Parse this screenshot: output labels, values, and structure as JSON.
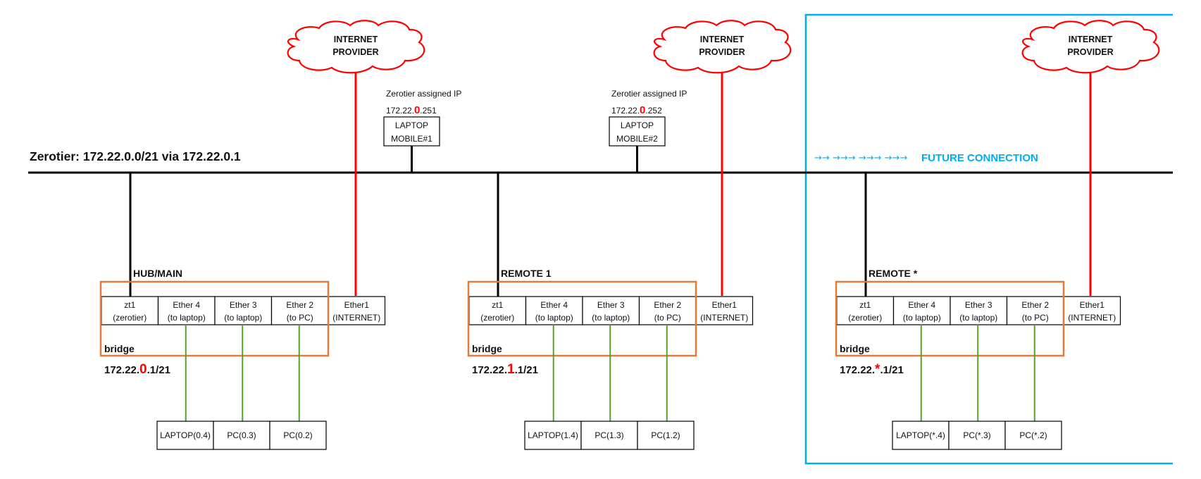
{
  "backbone": {
    "label": "Zerotier: 172.22.0.0/21 via 172.22.0.1",
    "color": "#000000"
  },
  "internet": {
    "cloud_label_line1": "INTERNET",
    "cloud_label_line2": "PROVIDER",
    "line_color": "#ff0000"
  },
  "mobiles": [
    {
      "caption": "Zerotier assigned IP",
      "ip_prefix": "172.22.",
      "ip_highlight": "0",
      "ip_suffix": ".251",
      "line1": "LAPTOP",
      "line2": "MOBILE#1"
    },
    {
      "caption": "Zerotier assigned IP",
      "ip_prefix": "172.22.",
      "ip_highlight": "0",
      "ip_suffix": ".252",
      "line1": "LAPTOP",
      "line2": "MOBILE#2"
    }
  ],
  "future": {
    "arrows": "→→ →→→ →→→ →→→",
    "label": "FUTURE CONNECTION",
    "color": "#00aeef"
  },
  "sites": [
    {
      "title": "HUB/MAIN",
      "bridge_label": "bridge",
      "subnet_prefix": "172.22.",
      "subnet_highlight": "0",
      "subnet_suffix": ".1/21",
      "ports": [
        {
          "name": "zt1",
          "desc": "(zerotier)"
        },
        {
          "name": "Ether 4",
          "desc": "(to laptop)"
        },
        {
          "name": "Ether 3",
          "desc": "(to laptop)"
        },
        {
          "name": "Ether 2",
          "desc": "(to PC)"
        },
        {
          "name": "Ether1",
          "desc": "(INTERNET)"
        }
      ],
      "devices": [
        "LAPTOP(0.4)",
        "PC(0.3)",
        "PC(0.2)"
      ]
    },
    {
      "title": "REMOTE 1",
      "bridge_label": "bridge",
      "subnet_prefix": "172.22.",
      "subnet_highlight": "1",
      "subnet_suffix": ".1/21",
      "ports": [
        {
          "name": "zt1",
          "desc": "(zerotier)"
        },
        {
          "name": "Ether 4",
          "desc": "(to laptop)"
        },
        {
          "name": "Ether 3",
          "desc": "(to laptop)"
        },
        {
          "name": "Ether 2",
          "desc": "(to PC)"
        },
        {
          "name": "Ether1",
          "desc": "(INTERNET)"
        }
      ],
      "devices": [
        "LAPTOP(1.4)",
        "PC(1.3)",
        "PC(1.2)"
      ]
    },
    {
      "title": "REMOTE *",
      "bridge_label": "bridge",
      "subnet_prefix": "172.22.",
      "subnet_highlight": "*",
      "subnet_suffix": ".1/21",
      "ports": [
        {
          "name": "zt1",
          "desc": "(zerotier)"
        },
        {
          "name": "Ether 4",
          "desc": "(to laptop)"
        },
        {
          "name": "Ether 3",
          "desc": "(to laptop)"
        },
        {
          "name": "Ether 2",
          "desc": "(to PC)"
        },
        {
          "name": "Ether1",
          "desc": "(INTERNET)"
        }
      ],
      "devices": [
        "LAPTOP(*.4)",
        "PC(*.3)",
        "PC(*.2)"
      ]
    }
  ],
  "colors": {
    "highlight": "#ff0000",
    "bridge_border": "#e07b39",
    "lan_link": "#5aa02c",
    "future_box": "#00aeef"
  }
}
